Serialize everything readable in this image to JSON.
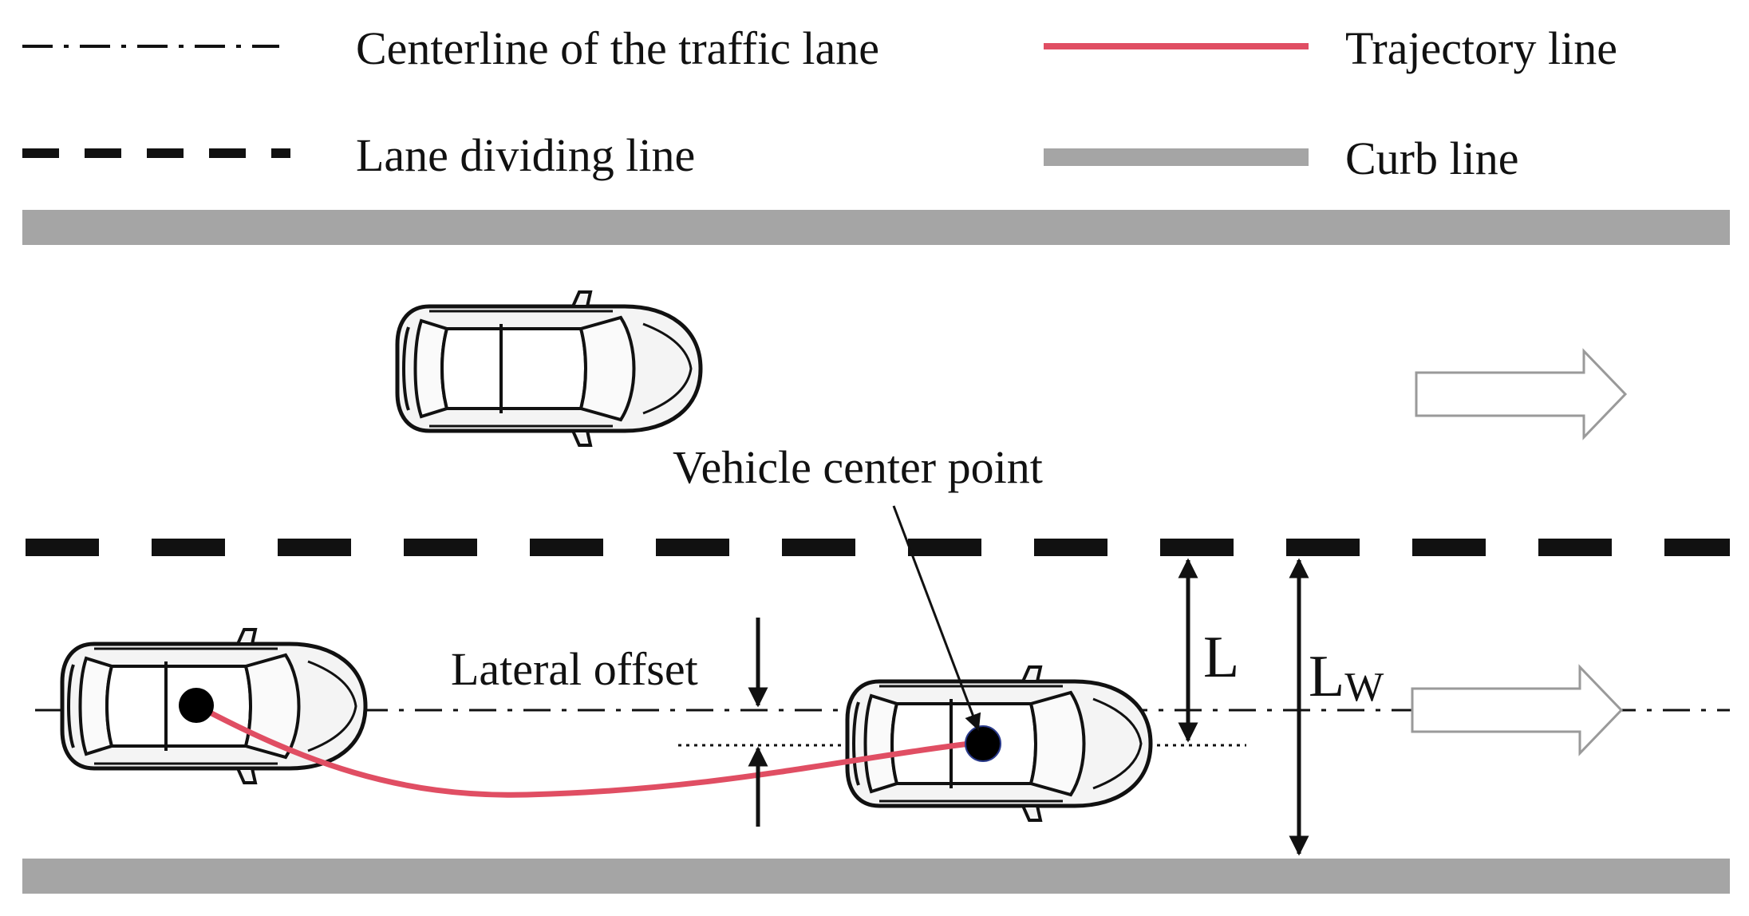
{
  "legend": {
    "centerline_label": "Centerline of the traffic lane",
    "trajectory_label": "Trajectory line",
    "lane_divider_label": "Lane dividing line",
    "curb_label": "Curb line"
  },
  "annotations": {
    "vehicle_center_point": "Vehicle center point",
    "lateral_offset": "Lateral offset",
    "offset_distance": "L",
    "lane_width_main": "L",
    "lane_width_sub": "W"
  },
  "colors": {
    "trajectory": "#e04e63",
    "curb": "#a5a5a5",
    "ink": "#111111",
    "car_body": "#f4f4f4"
  },
  "icons": {
    "vehicle": "car-top-view-icon",
    "direction": "outline-right-arrow-icon"
  }
}
